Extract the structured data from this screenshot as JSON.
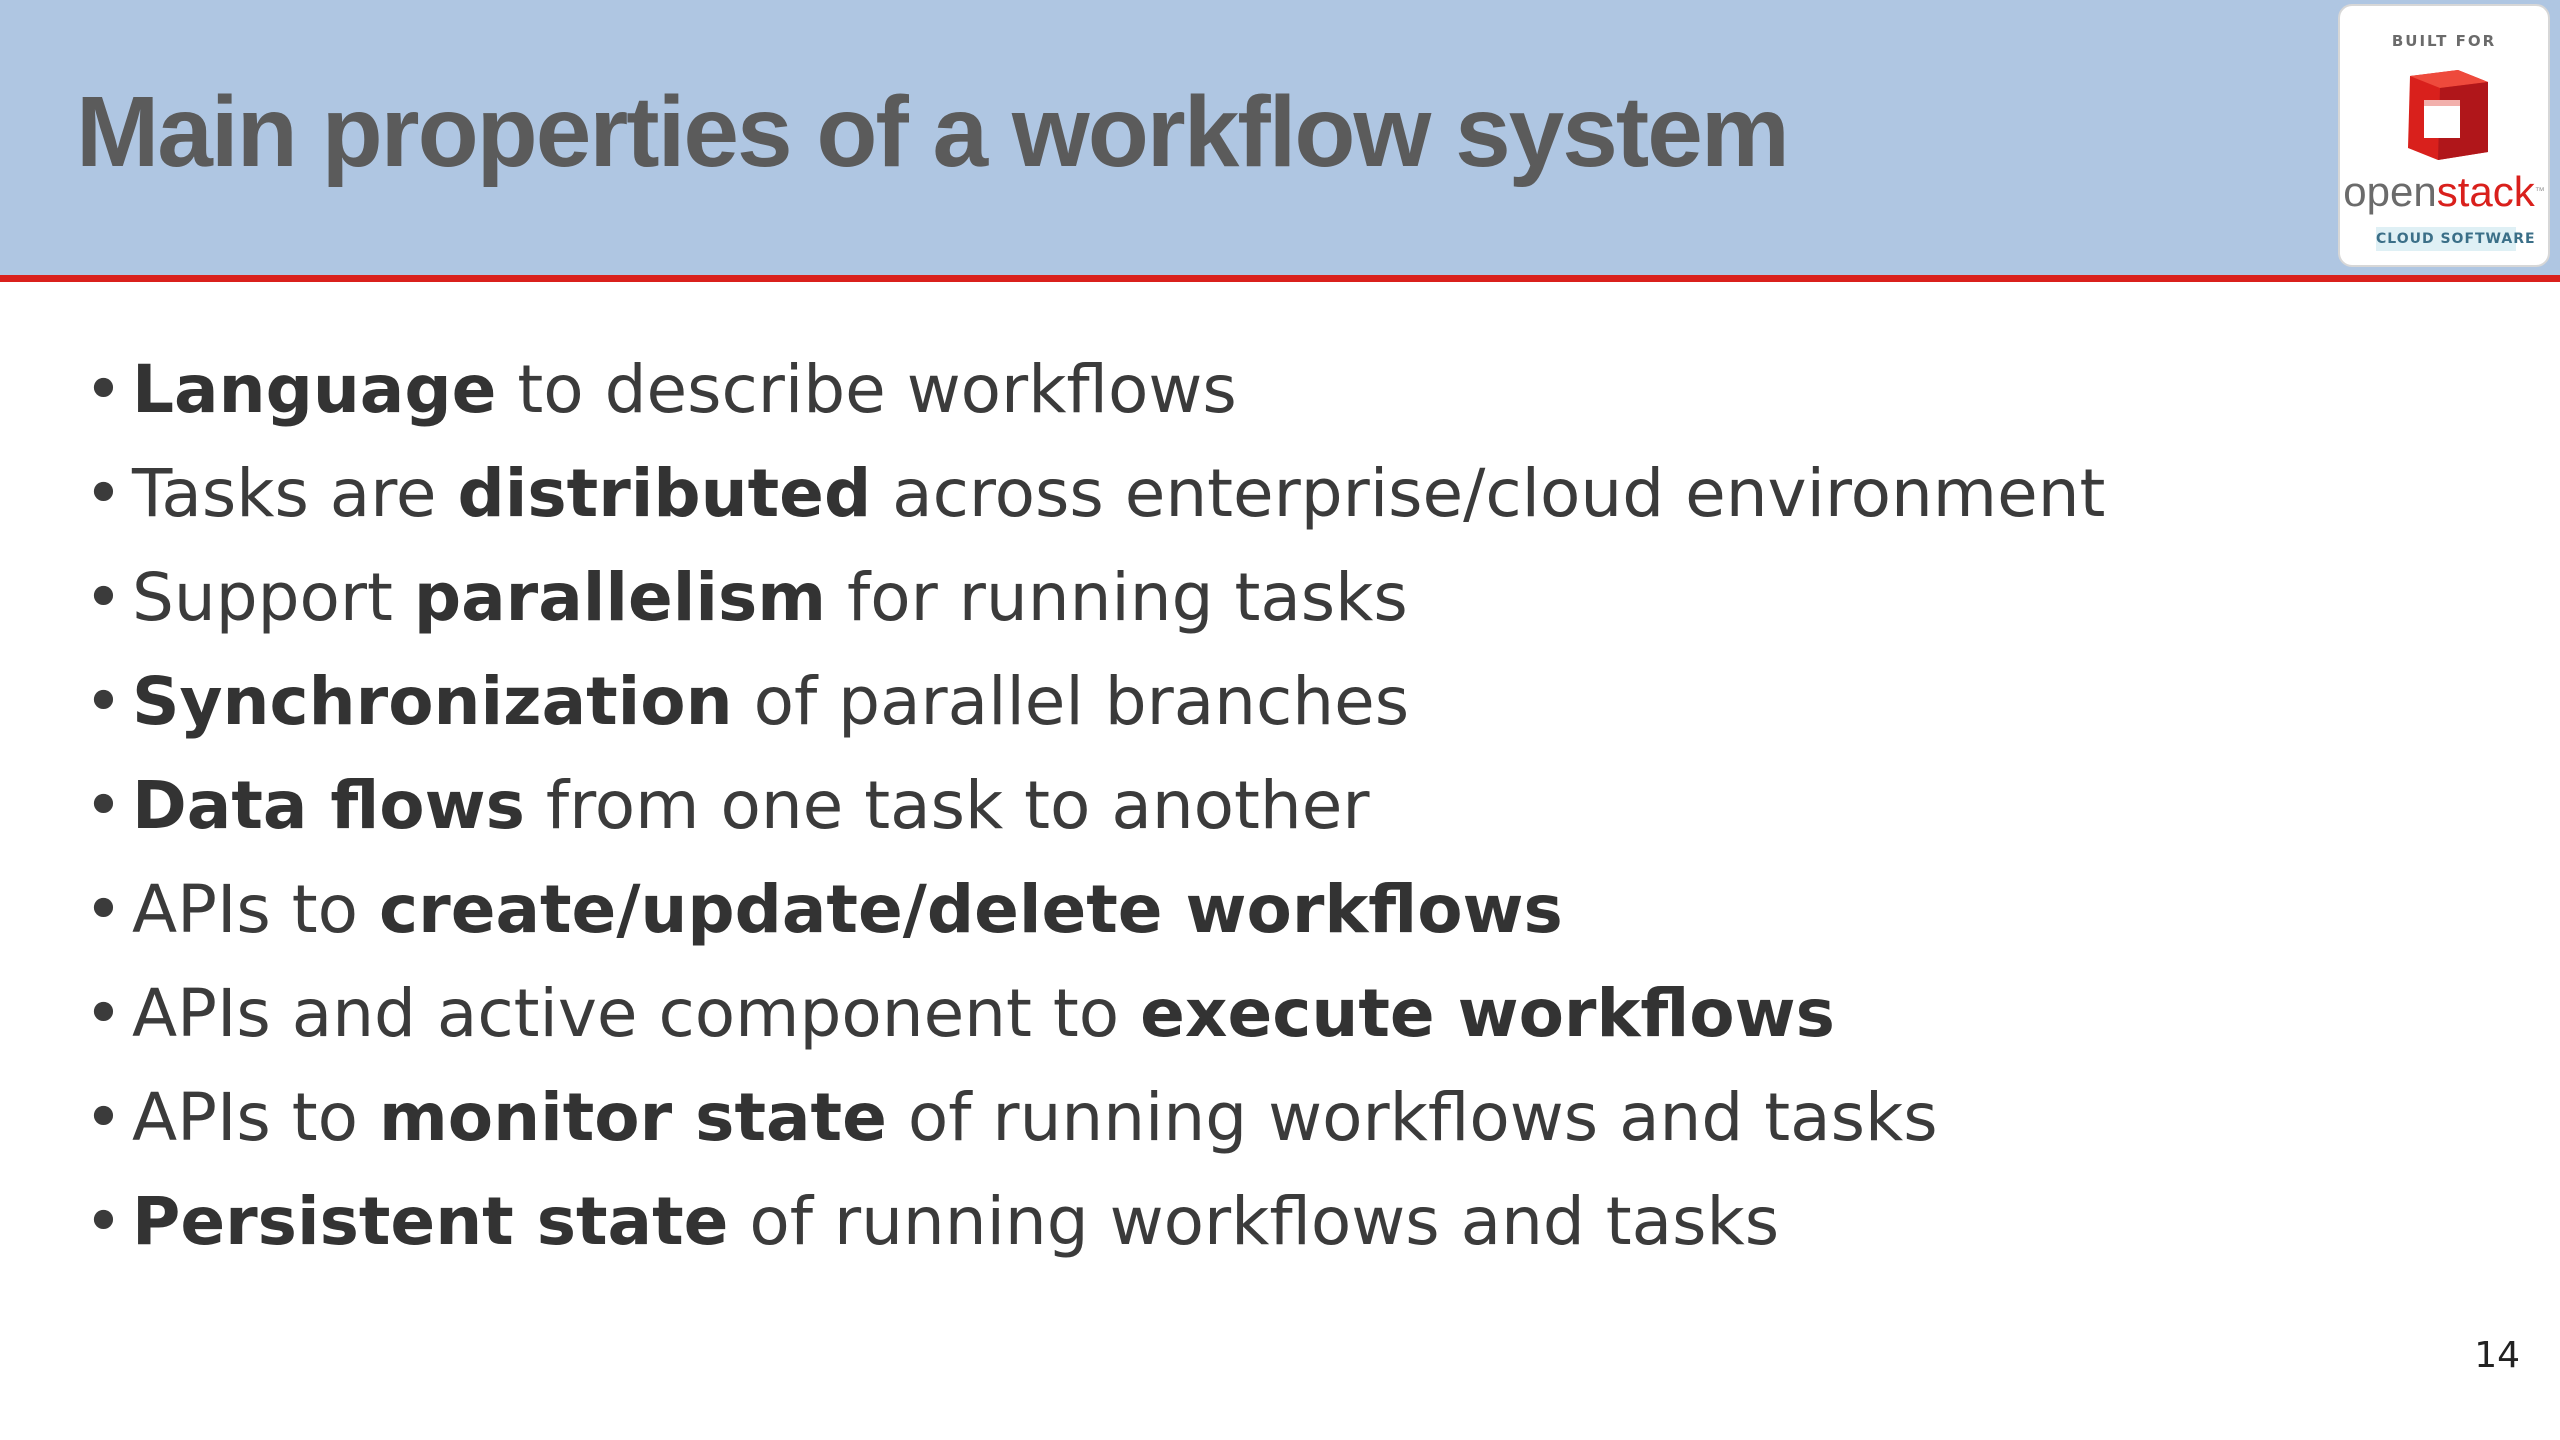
{
  "slide": {
    "title": "Main properties of a workflow system",
    "page_number": "14"
  },
  "logo": {
    "top_text": "BUILT FOR",
    "name_part1": "open",
    "name_part2": "stack",
    "trademark": "™",
    "subtitle": "CLOUD SOFTWARE",
    "icon": "openstack-cube-icon"
  },
  "colors": {
    "header_background": "#afc6e2",
    "title_text": "#5b5b5b",
    "accent_red": "#d9201c",
    "body_text": "#3b3b3b"
  },
  "bullet_glyph": "•",
  "bullets": [
    [
      {
        "text": "Language",
        "bold": true
      },
      {
        "text": " to describe workflows",
        "bold": false
      }
    ],
    [
      {
        "text": "Tasks are ",
        "bold": false
      },
      {
        "text": "distributed",
        "bold": true
      },
      {
        "text": " across enterprise/cloud environment",
        "bold": false
      }
    ],
    [
      {
        "text": "Support ",
        "bold": false
      },
      {
        "text": "parallelism",
        "bold": true
      },
      {
        "text": " for running tasks",
        "bold": false
      }
    ],
    [
      {
        "text": "Synchronization",
        "bold": true
      },
      {
        "text": " of parallel branches",
        "bold": false
      }
    ],
    [
      {
        "text": "Data flows",
        "bold": true
      },
      {
        "text": " from one task to another",
        "bold": false
      }
    ],
    [
      {
        "text": "APIs to ",
        "bold": false
      },
      {
        "text": "create/update/delete workflows",
        "bold": true
      }
    ],
    [
      {
        "text": "APIs and active component to ",
        "bold": false
      },
      {
        "text": "execute workflows",
        "bold": true
      }
    ],
    [
      {
        "text": "APIs to ",
        "bold": false
      },
      {
        "text": "monitor state",
        "bold": true
      },
      {
        "text": " of running workflows and tasks",
        "bold": false
      }
    ],
    [
      {
        "text": "Persistent state",
        "bold": true
      },
      {
        "text": " of running workflows and tasks",
        "bold": false
      }
    ]
  ]
}
